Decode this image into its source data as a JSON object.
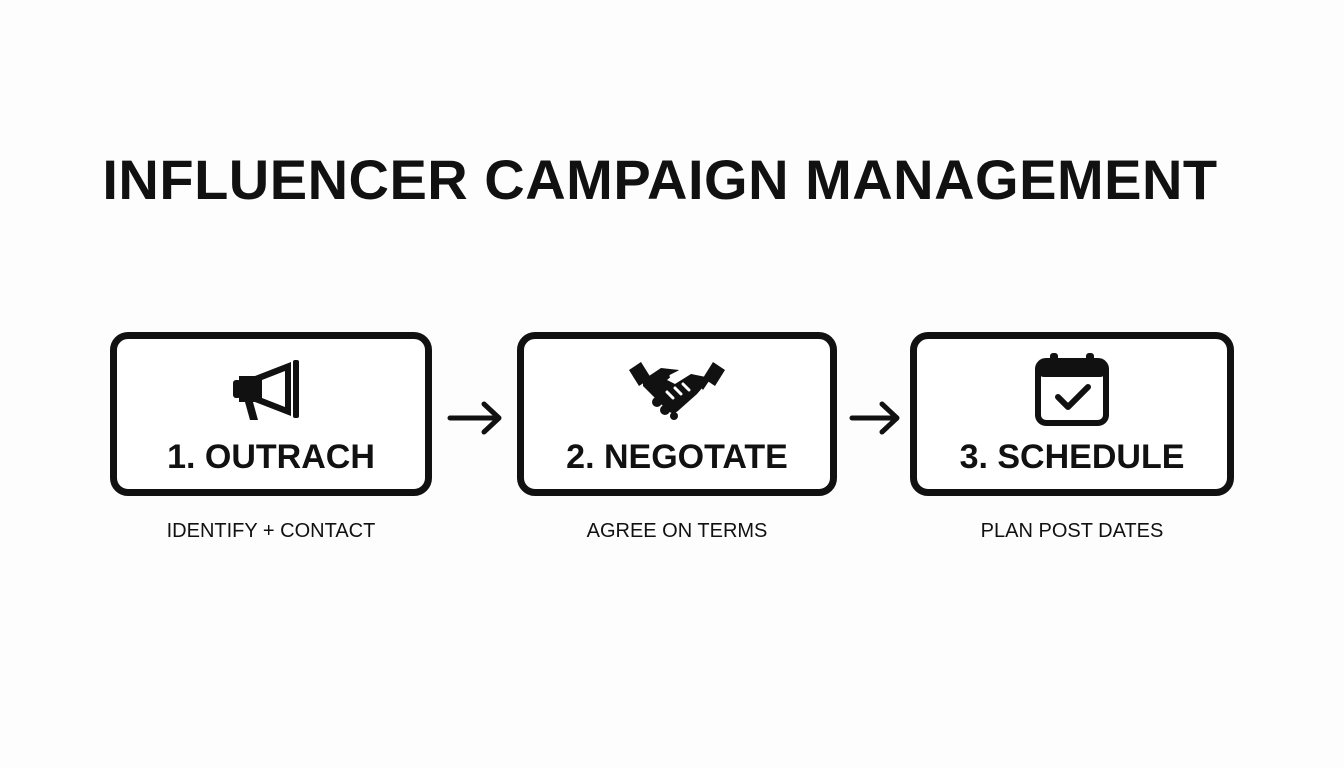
{
  "title": "INFLUENCER CAMPAIGN MANAGEMENT",
  "steps": [
    {
      "label": "1. OUTRACH",
      "caption": "IDENTIFY + CONTACT",
      "icon": "megaphone-icon"
    },
    {
      "label": "2. NEGOTATE",
      "caption": "AGREE ON TERMS",
      "icon": "handshake-icon"
    },
    {
      "label": "3. SCHEDULE",
      "caption": "PLAN POST DATES",
      "icon": "calendar-check-icon"
    }
  ],
  "colors": {
    "ink": "#111111",
    "background": "#fdfdfd"
  }
}
